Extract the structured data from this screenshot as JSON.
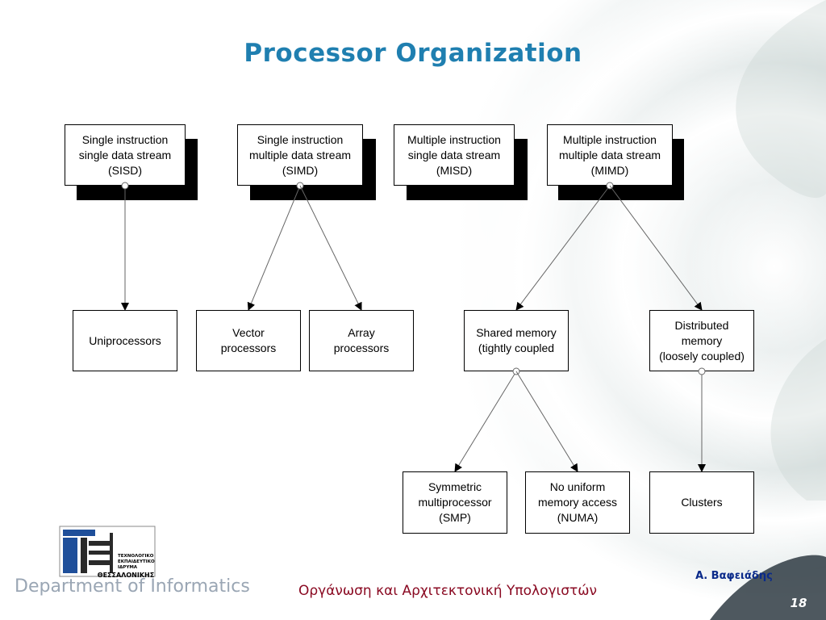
{
  "slide": {
    "title": "Processor Organization",
    "footer_title": "Οργάνωση και Αρχιτεκτονική Υπολογιστών",
    "author": "Α. Βαφειάδης",
    "page_number": "18",
    "department": "Department of Informatics",
    "logo": {
      "lines": [
        "ΤΕΧΝΟΛΟΓΙΚΟ",
        "ΕΚΠΑΙΔΕΥΤΙΚΟ",
        "ΙΔΡΥΜΑ"
      ],
      "name": "ΘΕΣΣΑΛΟΝΙΚΗΣ"
    }
  },
  "diagram": {
    "top_nodes": [
      {
        "id": "sisd",
        "label": "Single instruction\nsingle data stream\n(SISD)"
      },
      {
        "id": "simd",
        "label": "Single instruction\nmultiple data stream\n(SIMD)"
      },
      {
        "id": "misd",
        "label": "Multiple instruction\nsingle data stream\n(MISD)"
      },
      {
        "id": "mimd",
        "label": "Multiple instruction\nmultiple data stream\n(MIMD)"
      }
    ],
    "mid_nodes": [
      {
        "id": "uni",
        "label": "Uniprocessors"
      },
      {
        "id": "vector",
        "label": "Vector\nprocessors"
      },
      {
        "id": "array",
        "label": "Array\nprocessors"
      },
      {
        "id": "shared",
        "label": "Shared memory\n(tightly coupled"
      },
      {
        "id": "distributed",
        "label": "Distributed\nmemory\n(loosely coupled)"
      }
    ],
    "bottom_nodes": [
      {
        "id": "smp",
        "label": "Symmetric\nmultiprocessor\n(SMP)"
      },
      {
        "id": "numa",
        "label": "No uniform\nmemory access\n(NUMA)"
      },
      {
        "id": "clusters",
        "label": "Clusters"
      }
    ],
    "edges": [
      [
        "sisd",
        "uni"
      ],
      [
        "simd",
        "vector"
      ],
      [
        "simd",
        "array"
      ],
      [
        "mimd",
        "shared"
      ],
      [
        "mimd",
        "distributed"
      ],
      [
        "shared",
        "smp"
      ],
      [
        "shared",
        "numa"
      ],
      [
        "distributed",
        "clusters"
      ]
    ]
  }
}
